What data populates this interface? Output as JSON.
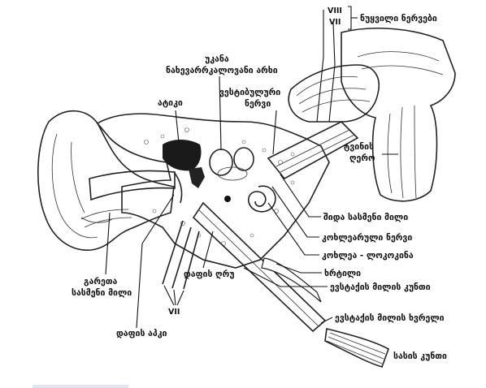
{
  "labels": {
    "cranial_viii": "VIII",
    "cranial_vii": "VII",
    "cranial_nerves": "ნუყვილი ნერვები",
    "posterior_canal_line1": "უკანა",
    "posterior_canal_line2": "ნახევარრკალოვანი არხი",
    "vestibular_nerve_line1": "ვესტიბულური",
    "vestibular_nerve_line2": "ნერვი",
    "attic": "ატიკი",
    "brainstem_line1": "ტვინის",
    "brainstem_line2": "ღერო",
    "internal_auditory_canal": "შიდა სასმენი მილი",
    "cochlear_nerve": "კოხლეარული ნერვი",
    "cochlea": "კოხლეა - ლოკოკინა",
    "cartilage": "ხრტილი",
    "tympanic_cavity": "დაფის ღრუ",
    "external_canal_line1": "გარეთა",
    "external_canal_line2": "სასმენი მილი",
    "eustachian_muscle": "ევსტაქის მილის კუნთი",
    "seventh_nerve": "VII",
    "eustachian_opening": "ევსტაქის მილის ხვრელი",
    "eardrum": "დაფის აპკი",
    "levator_muscle": "სასის კუნთი"
  }
}
